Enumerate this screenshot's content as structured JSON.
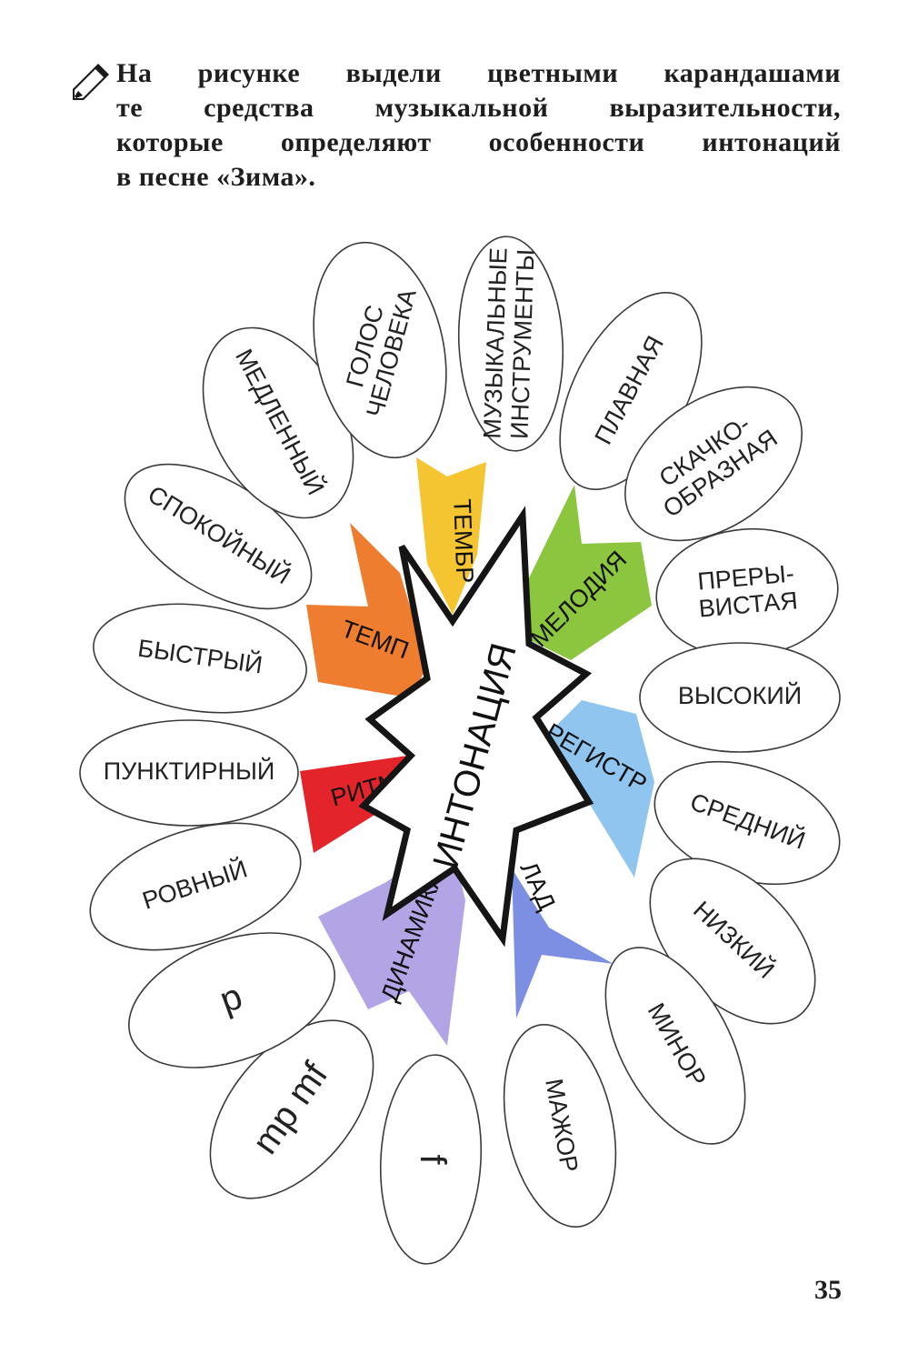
{
  "instruction": {
    "lines": [
      "На рисунке выдели цветными карандашами",
      "те средства музыкальной выразительности,",
      "которые определяют особенности интонаций",
      "в песне «Зима»."
    ],
    "icon": "pencil-icon"
  },
  "diagram": {
    "center": "ИНТОНАЦИЯ",
    "spikes": [
      {
        "label": "ТЕМБР",
        "color": "#f5c431"
      },
      {
        "label": "МЕЛОДИЯ",
        "color": "#8cc63f"
      },
      {
        "label": "РЕГИСТР",
        "color": "#8fc5ee"
      },
      {
        "label": "ЛАД",
        "color": "#7d8fe3"
      },
      {
        "label": "ДИНАМИКА",
        "color": "#b3a4e6"
      },
      {
        "label": "РИТМ",
        "color": "#e3242b"
      },
      {
        "label": "ТЕМП",
        "color": "#ee7d30"
      }
    ],
    "petals": [
      {
        "lines": [
          "МУЗЫКАЛЬНЫЕ",
          "ИНСТРУМЕНТЫ"
        ]
      },
      {
        "lines": [
          "ПЛАВНАЯ"
        ]
      },
      {
        "lines": [
          "СКАЧКО-",
          "ОБРАЗНАЯ"
        ]
      },
      {
        "lines": [
          "ПРЕРЫ-",
          "ВИСТАЯ"
        ]
      },
      {
        "lines": [
          "ВЫСОКИЙ"
        ]
      },
      {
        "lines": [
          "СРЕДНИЙ"
        ]
      },
      {
        "lines": [
          "НИЗКИЙ"
        ]
      },
      {
        "lines": [
          "МИНОР"
        ]
      },
      {
        "lines": [
          "МАЖОР"
        ]
      },
      {
        "lines": [
          "f"
        ]
      },
      {
        "lines": [
          "mp mf"
        ]
      },
      {
        "lines": [
          "p"
        ]
      },
      {
        "lines": [
          "РОВНЫЙ"
        ]
      },
      {
        "lines": [
          "ПУНКТИРНЫЙ"
        ]
      },
      {
        "lines": [
          "БЫСТРЫЙ"
        ]
      },
      {
        "lines": [
          "СПОКОЙНЫЙ"
        ]
      },
      {
        "lines": [
          "МЕДЛЕННЫЙ"
        ]
      },
      {
        "lines": [
          "ГОЛОС",
          "ЧЕЛОВЕКА"
        ]
      }
    ]
  },
  "page_number": "35"
}
